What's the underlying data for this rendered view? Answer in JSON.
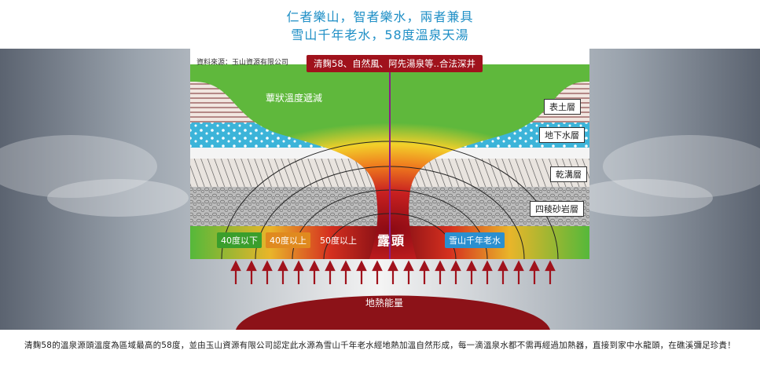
{
  "title_lines": [
    "仁者樂山，智者樂水，兩者兼具",
    "雪山千年老水，58度溫泉天湯"
  ],
  "source": "資料來源：玉山資源有限公司",
  "top_banner": "清麴58、自然風、阿先湯泉等..合法深井",
  "dome_label": "蕈狀溫度遞減",
  "layers": {
    "topsoil": "表土層",
    "groundwater": "地下水層",
    "dry": "乾溝層",
    "sandstone": "四稜砂岩層"
  },
  "zones": {
    "below40": "40度以下",
    "above40": "40度以上",
    "fifty": "50度以上",
    "outcrop": "露頭",
    "snow_water": "雪山千年老水"
  },
  "heat_source": "地熱能量",
  "caption": "清麴58的溫泉源頭溫度為區域最高的58度，並由玉山資源有限公司認定此水源為雪山千年老水經地熱加溫自然形成，每一滴溫泉水都不需再經過加熱器，直接到家中水龍頭，在礁溪彌足珍貴！",
  "colors": {
    "title": "#1f8fc6",
    "banner": "#a0121c",
    "green": "#55b83a",
    "groundwater": "#3cb4d9",
    "snow_water_badge": "#2a8fd0"
  }
}
